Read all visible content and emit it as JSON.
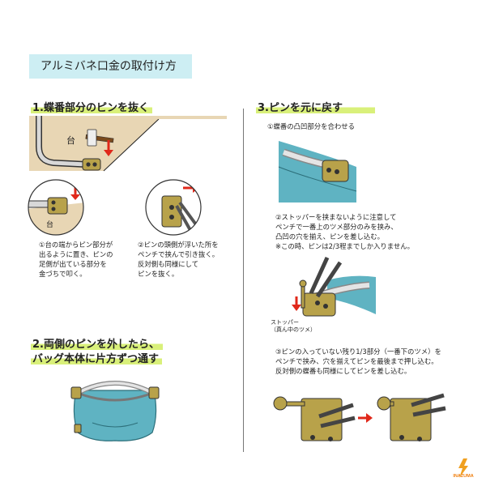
{
  "title": "アルミバネ口金の取付け方",
  "section1": {
    "heading": "1.蝶番部分のピンを抜く",
    "stand_label": "台",
    "stand_label_small": "台",
    "step1": "①台の端からピン部分が\n出るように置き、ピンの\n足側が出ている部分を\n金づちで叩く。",
    "step2": "②ピンの頭側が浮いた所を\nペンチで挟んで引き抜く。\n反対側も同様にして\nピンを抜く。"
  },
  "section2": {
    "heading_line1": "2.両側のピンを外したら、",
    "heading_line2": "バッグ本体に片方ずつ通す"
  },
  "section3": {
    "heading": "3.ピンを元に戻す",
    "step1": "①蝶番の凸凹部分を合わせる",
    "step2": "②ストッパーを挟まないように注意して\nペンチで一番上のツメ部分のみを挟み、\n凸凹の穴を揃え、ピンを差し込む。\n※この時、ピンは2/3程までしか入りません。",
    "stopper_label": "ストッパー\n（真ん中のツメ）",
    "step3": "③ピンの入っていない残り1/3部分（一番下のツメ）を\nペンチで挟み、穴を揃えてピンを最後まで押し込む。\n反対側の蝶番も同様にしてピンを差し込む。"
  },
  "logo": "INAZUMA",
  "colors": {
    "accent_green": "#d9f07a",
    "title_bg": "#cdeef3",
    "arrow_red": "#e0281a",
    "brass": "#b8a24a",
    "bag_teal": "#5fb3c2"
  }
}
